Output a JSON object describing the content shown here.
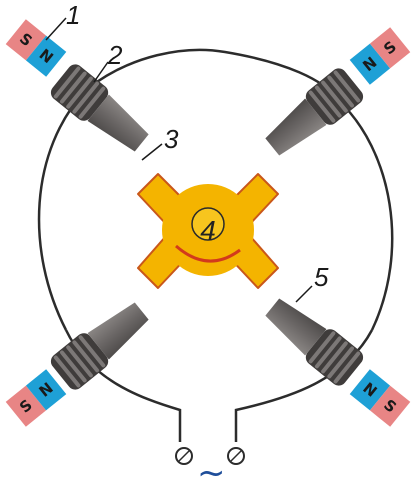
{
  "colors": {
    "south": "#e88585",
    "north": "#1ea0d6",
    "core": "#6e6a68",
    "coil": "#4a4746",
    "rotor": "#f4b400",
    "rotor_edge": "#c9571a",
    "hub": "#f7c51e",
    "arrow": "#d23a1c",
    "wire": "#2c2c2c",
    "ac": "#1f4e9a"
  },
  "labels": {
    "l1": "1",
    "l2": "2",
    "l3": "3",
    "l4": "4",
    "l5": "5"
  },
  "poles": {
    "s": "S",
    "n": "N"
  },
  "ac_symbol": "~"
}
